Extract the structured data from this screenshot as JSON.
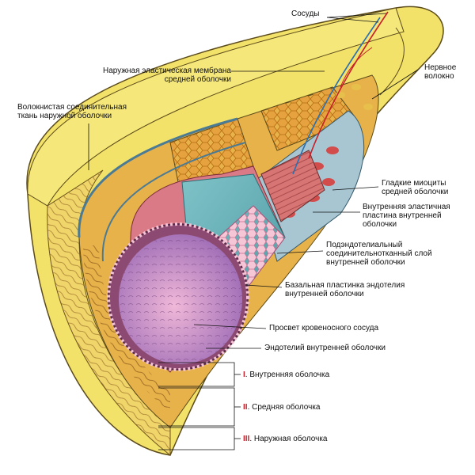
{
  "labels": {
    "vessels": "Сосуды",
    "outer_elastic_membrane": "Наружная эластическая мембрана\nсредней оболочки",
    "nerve_fiber": "Нервное\nволокно",
    "fibrous_tissue": "Волокнистая соединительная\nткань наружной оболочки",
    "smooth_myocytes": "Гладкие миоциты\nсредней оболочки",
    "inner_elastic_plate": "Внутренняя эластичная\nпластина внутренней\nоболочки",
    "subendothelial_layer": "Подэндотелиальный\nсоединительнотканный слой\nвнутренней оболочки",
    "basal_plate": "Базальная пластинка эндотелия\nвнутренней оболочки",
    "lumen": "Просвет кровеносного сосуда",
    "endothelium": "Эндотелий внутренней оболочки"
  },
  "layers": [
    {
      "numeral": "I",
      "label": ". Внутренняя оболочка"
    },
    {
      "numeral": "II",
      "label": ". Средняя оболочка"
    },
    {
      "numeral": "III",
      "label": ". Наружная оболочка"
    }
  ],
  "colors": {
    "adventitia": "#f2e26a",
    "media": "#e8b24a",
    "media_cells": "#e29a3a",
    "elastic": "#8fb8c8",
    "intima_tube": "#6fb7bd",
    "subendothelium": "#d97a86",
    "endothelium_cells": "#f3c3d3",
    "lumen": "#c98fc9",
    "accent_numeral": "#c8202a"
  }
}
